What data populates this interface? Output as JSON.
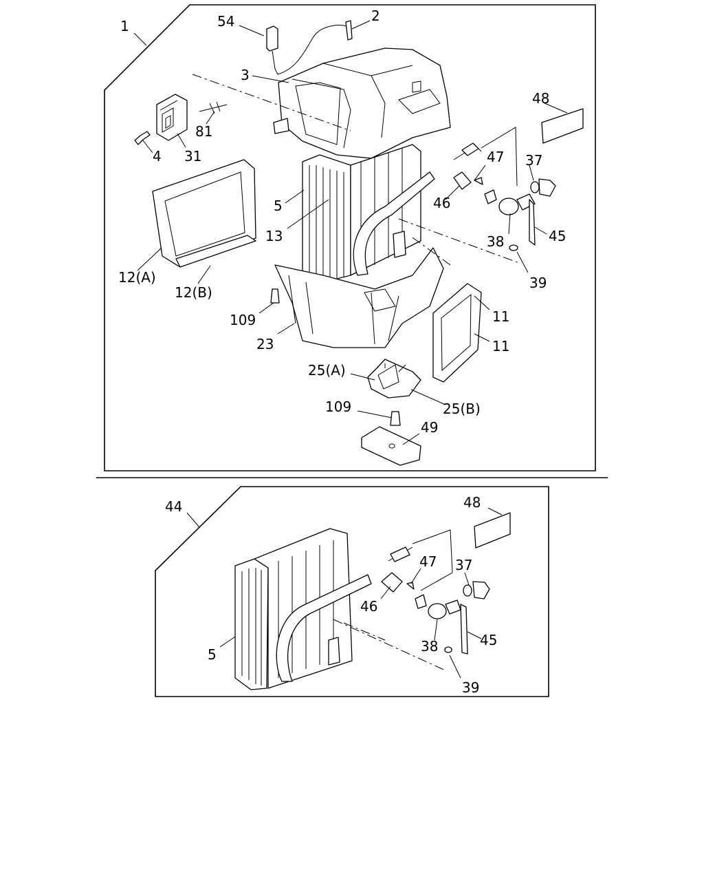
{
  "upper_assembly": {
    "callouts": [
      {
        "id": "c1",
        "text": "1"
      },
      {
        "id": "c54",
        "text": "54"
      },
      {
        "id": "c2",
        "text": "2"
      },
      {
        "id": "c3",
        "text": "3"
      },
      {
        "id": "c48",
        "text": "48"
      },
      {
        "id": "c81",
        "text": "81"
      },
      {
        "id": "c4",
        "text": "4"
      },
      {
        "id": "c31",
        "text": "31"
      },
      {
        "id": "c47",
        "text": "47"
      },
      {
        "id": "c37",
        "text": "37"
      },
      {
        "id": "c5",
        "text": "5"
      },
      {
        "id": "c46",
        "text": "46"
      },
      {
        "id": "c13",
        "text": "13"
      },
      {
        "id": "c38",
        "text": "38"
      },
      {
        "id": "c45",
        "text": "45"
      },
      {
        "id": "c12a",
        "text": "12(A)"
      },
      {
        "id": "c39",
        "text": "39"
      },
      {
        "id": "c12b",
        "text": "12(B)"
      },
      {
        "id": "c11a",
        "text": "11"
      },
      {
        "id": "c109a",
        "text": "109"
      },
      {
        "id": "c11b",
        "text": "11"
      },
      {
        "id": "c23",
        "text": "23"
      },
      {
        "id": "c25a",
        "text": "25(A)"
      },
      {
        "id": "c109b",
        "text": "109"
      },
      {
        "id": "c25b",
        "text": "25(B)"
      },
      {
        "id": "c49",
        "text": "49"
      }
    ]
  },
  "lower_assembly": {
    "callouts": [
      {
        "id": "d44",
        "text": "44"
      },
      {
        "id": "d48",
        "text": "48"
      },
      {
        "id": "d47",
        "text": "47"
      },
      {
        "id": "d37",
        "text": "37"
      },
      {
        "id": "d46",
        "text": "46"
      },
      {
        "id": "d38",
        "text": "38"
      },
      {
        "id": "d45",
        "text": "45"
      },
      {
        "id": "d5",
        "text": "5"
      },
      {
        "id": "d39",
        "text": "39"
      }
    ]
  }
}
